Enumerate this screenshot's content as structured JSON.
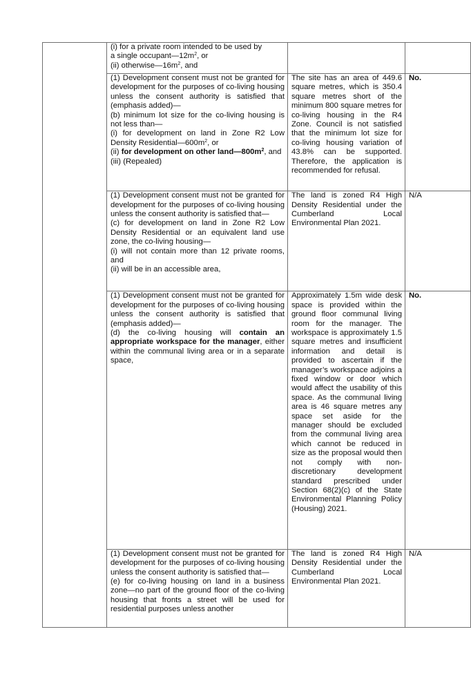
{
  "rows": [
    {
      "clause": {
        "lines": [
          {
            "parts": [
              {
                "t": " (i) for a private room intended to be used by"
              }
            ]
          },
          {
            "parts": [
              {
                "t": "a single occupant—12m"
              },
              {
                "t": "2",
                "sup": true
              },
              {
                "t": ", or"
              }
            ]
          },
          {
            "parts": [
              {
                "t": "(ii) otherwise—16m"
              },
              {
                "t": "2",
                "sup": true
              },
              {
                "t": ", and"
              }
            ]
          }
        ]
      },
      "comment": "",
      "compliance": ""
    },
    {
      "clause": {
        "lines": [
          {
            "parts": [
              {
                "t": "(1) Development consent must not be granted for development for the purposes of co-living housing unless the consent authority is satisfied that (emphasis added)—"
              }
            ]
          },
          {
            "parts": [
              {
                "t": "(b) minimum lot size for the co-living housing is not less than—"
              }
            ]
          },
          {
            "parts": [
              {
                "t": "(i) for development on land in Zone R2 Low Density Residential—600m"
              },
              {
                "t": "2",
                "sup": true
              },
              {
                "t": ", or"
              }
            ]
          },
          {
            "parts": [
              {
                "t": "(ii) "
              },
              {
                "t": " for development on other land—800m",
                "b": true
              },
              {
                "t": "2",
                "sup": true,
                "b": true
              },
              {
                "t": ", and"
              }
            ]
          },
          {
            "parts": [
              {
                "t": "(iii) (Repealed)"
              }
            ]
          }
        ]
      },
      "comment": "The site has an area of 449.6 square metres, which is 350.4 square metres short of the minimum 800 square metres for co-living housing in the R4 Zone. Council is not satisfied that the minimum lot size for co-living housing variation of 43.8% can be supported. Therefore, the application is recommended for refusal.",
      "compliance": "No.",
      "compliance_bold": true
    },
    {
      "clause": {
        "lines": [
          {
            "parts": [
              {
                "t": "(1) Development consent must not be granted for development for the purposes of co-living housing unless the consent authority is satisfied that—"
              }
            ]
          },
          {
            "parts": [
              {
                "t": "(c) for development on land in Zone R2 Low Density Residential or an equivalent land use zone, the co-living housing—"
              }
            ]
          },
          {
            "parts": [
              {
                "t": "(i) will not contain more than 12 private rooms, and"
              }
            ]
          },
          {
            "parts": [
              {
                "t": "(ii) will be in an accessible area,"
              }
            ]
          }
        ]
      },
      "comment": "The land is zoned R4 High Density Residential under the Cumberland Local Environmental Plan 2021.",
      "compliance": "N/A",
      "compliance_bold": false
    },
    {
      "clause": {
        "lines": [
          {
            "parts": [
              {
                "t": "(1) Development consent must not be granted for development for the purposes of co-living housing unless the consent authority is satisfied that (emphasis added)—"
              }
            ]
          },
          {
            "parts": [
              {
                "t": "(d) the co-living housing will "
              },
              {
                "t": "contain an appropriate workspace for the manager",
                "b": true
              },
              {
                "t": ", either within the communal living area or in a separate space,"
              }
            ]
          }
        ]
      },
      "comment": "Approximately 1.5m wide desk space is provided within the ground floor communal living room for the manager. The workspace is approximately 1.5 square metres and insufficient information and detail is provided to ascertain if the manager’s workspace adjoins a fixed window or door which would affect the usability of this space. As the communal living area is 46 square metres any space set aside for the manager should be excluded from the communal living area which cannot be reduced in size as the proposal would then not comply with non-discretionary development standard prescribed under Section 68(2)(c) of the State Environmental Planning Policy (Housing) 2021.",
      "compliance": "No.",
      "compliance_bold": true
    },
    {
      "clause": {
        "lines": [
          {
            "parts": [
              {
                "t": "(1) Development consent must not be granted for development for the purposes of co-living housing unless the consent authority is satisfied that—"
              }
            ]
          },
          {
            "parts": [
              {
                "t": "(e) for co-living housing on land in a business zone—no part of the ground floor of the co-living housing that fronts a street will be used for residential purposes unless another"
              }
            ]
          }
        ]
      },
      "comment": "The land is zoned R4 High Density Residential under the Cumberland Local Environmental Plan 2021.",
      "compliance": "N/A",
      "compliance_bold": false
    }
  ]
}
